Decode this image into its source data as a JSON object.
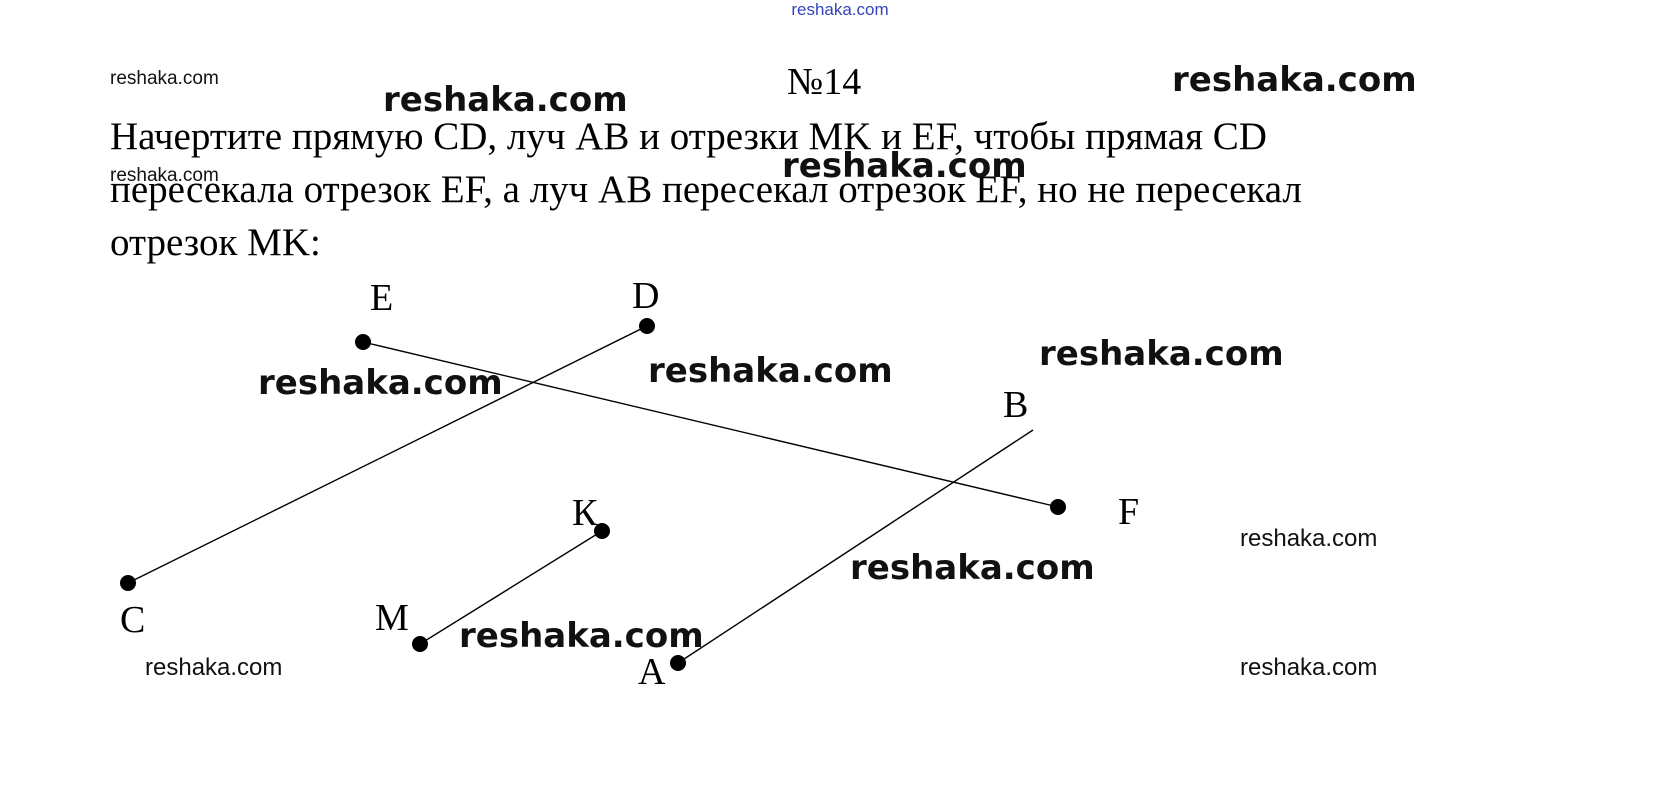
{
  "header_watermark": "reshaka.com",
  "problem_number": "№14",
  "task_lines": [
    "Начертите прямую CD, луч AB и отрезки MK и EF, чтобы прямая CD",
    "пересекала отрезок EF, а луч AB пересекал отрезок EF, но не пересекал",
    "отрезок MK:"
  ],
  "point_labels": {
    "E": "E",
    "D": "D",
    "B": "B",
    "F": "F",
    "K": "К",
    "C": "C",
    "M": "M",
    "A": "A"
  },
  "watermarks": [
    "reshaka.com",
    "reshaka.com",
    "reshaka.com",
    "reshaka.com",
    "reshaka.com",
    "reshaka.com",
    "reshaka.com",
    "reshaka.com",
    "reshaka.com",
    "reshaka.com",
    "reshaka.com",
    "reshaka.com"
  ],
  "line_color": "#000000"
}
